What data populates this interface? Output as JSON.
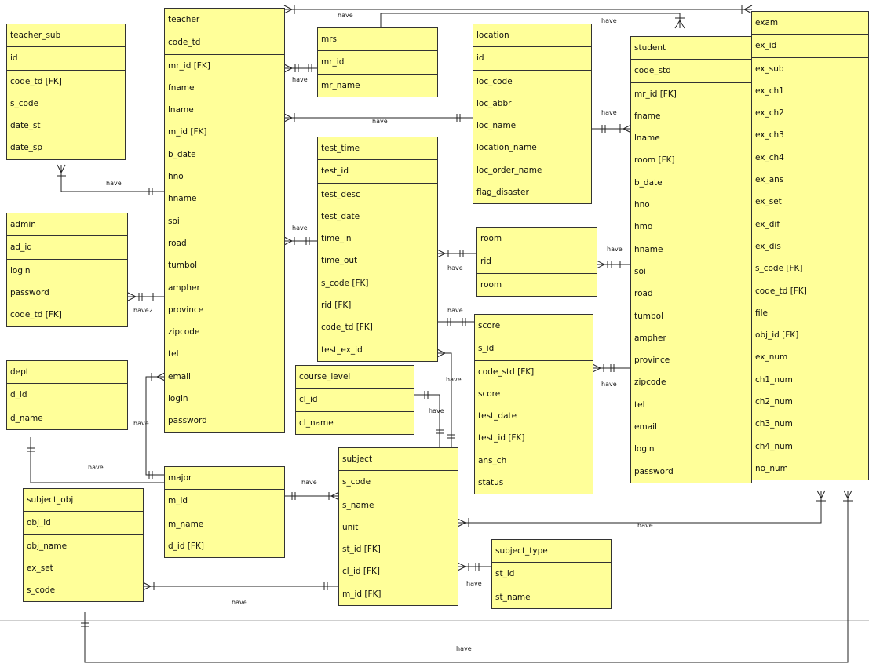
{
  "relationship_label": "have",
  "relationship_label_2": "have2",
  "entities": {
    "teacher_sub": {
      "name": "teacher_sub",
      "pk": [
        "id"
      ],
      "attrs": [
        "code_td [FK]",
        "s_code",
        "date_st",
        "date_sp"
      ]
    },
    "teacher": {
      "name": "teacher",
      "pk": [
        "code_td"
      ],
      "attrs": [
        "mr_id [FK]",
        "fname",
        "lname",
        "m_id [FK]",
        "b_date",
        "hno",
        "hname",
        "soi",
        "road",
        "tumbol",
        "ampher",
        "province",
        "zipcode",
        "tel",
        "email",
        "login",
        "password"
      ]
    },
    "mrs": {
      "name": "mrs",
      "pk": [
        "mr_id"
      ],
      "attrs": [
        "mr_name"
      ]
    },
    "location": {
      "name": "location",
      "pk": [
        "id"
      ],
      "attrs": [
        "loc_code",
        "loc_abbr",
        "loc_name",
        "location_name",
        "loc_order_name",
        "flag_disaster"
      ]
    },
    "student": {
      "name": "student",
      "pk": [
        "code_std"
      ],
      "attrs": [
        "mr_id [FK]",
        "fname",
        "lname",
        "room [FK]",
        "b_date",
        "hno",
        "hmo",
        "hname",
        "soi",
        "road",
        "tumbol",
        "ampher",
        "province",
        "zipcode",
        "tel",
        "email",
        "login",
        "password"
      ]
    },
    "exam": {
      "name": "exam",
      "pk": [
        "ex_id"
      ],
      "attrs": [
        "ex_sub",
        "ex_ch1",
        "ex_ch2",
        "ex_ch3",
        "ex_ch4",
        "ex_ans",
        "ex_set",
        "ex_dif",
        "ex_dis",
        "s_code [FK]",
        "code_td [FK]",
        "file",
        "obj_id [FK]",
        "ex_num",
        "ch1_num",
        "ch2_num",
        "ch3_num",
        "ch4_num",
        "no_num"
      ]
    },
    "admin": {
      "name": "admin",
      "pk": [
        "ad_id"
      ],
      "attrs": [
        "login",
        "password",
        "code_td [FK]"
      ]
    },
    "test_time": {
      "name": "test_time",
      "pk": [
        "test_id"
      ],
      "attrs": [
        "test_desc",
        "test_date",
        "time_in",
        "time_out",
        "s_code [FK]",
        "rid [FK]",
        "code_td [FK]",
        "test_ex_id"
      ]
    },
    "room": {
      "name": "room",
      "pk": [
        "rid"
      ],
      "attrs": [
        "room"
      ]
    },
    "score": {
      "name": "score",
      "pk": [
        "s_id"
      ],
      "attrs": [
        "code_std [FK]",
        "score",
        "test_date",
        "test_id [FK]",
        "ans_ch",
        "status"
      ]
    },
    "dept": {
      "name": "dept",
      "pk": [
        "d_id"
      ],
      "attrs": [
        "d_name"
      ]
    },
    "course_level": {
      "name": "course_level",
      "pk": [
        "cl_id"
      ],
      "attrs": [
        "cl_name"
      ]
    },
    "major": {
      "name": "major",
      "pk": [
        "m_id"
      ],
      "attrs": [
        "m_name",
        "d_id [FK]"
      ]
    },
    "subject": {
      "name": "subject",
      "pk": [
        "s_code"
      ],
      "attrs": [
        "s_name",
        "unit",
        "st_id [FK]",
        "cl_id [FK]",
        "m_id [FK]"
      ]
    },
    "subject_obj": {
      "name": "subject_obj",
      "pk": [
        "obj_id"
      ],
      "attrs": [
        "obj_name",
        "ex_set",
        "s_code"
      ]
    },
    "subject_type": {
      "name": "subject_type",
      "pk": [
        "st_id"
      ],
      "attrs": [
        "st_name"
      ]
    }
  }
}
